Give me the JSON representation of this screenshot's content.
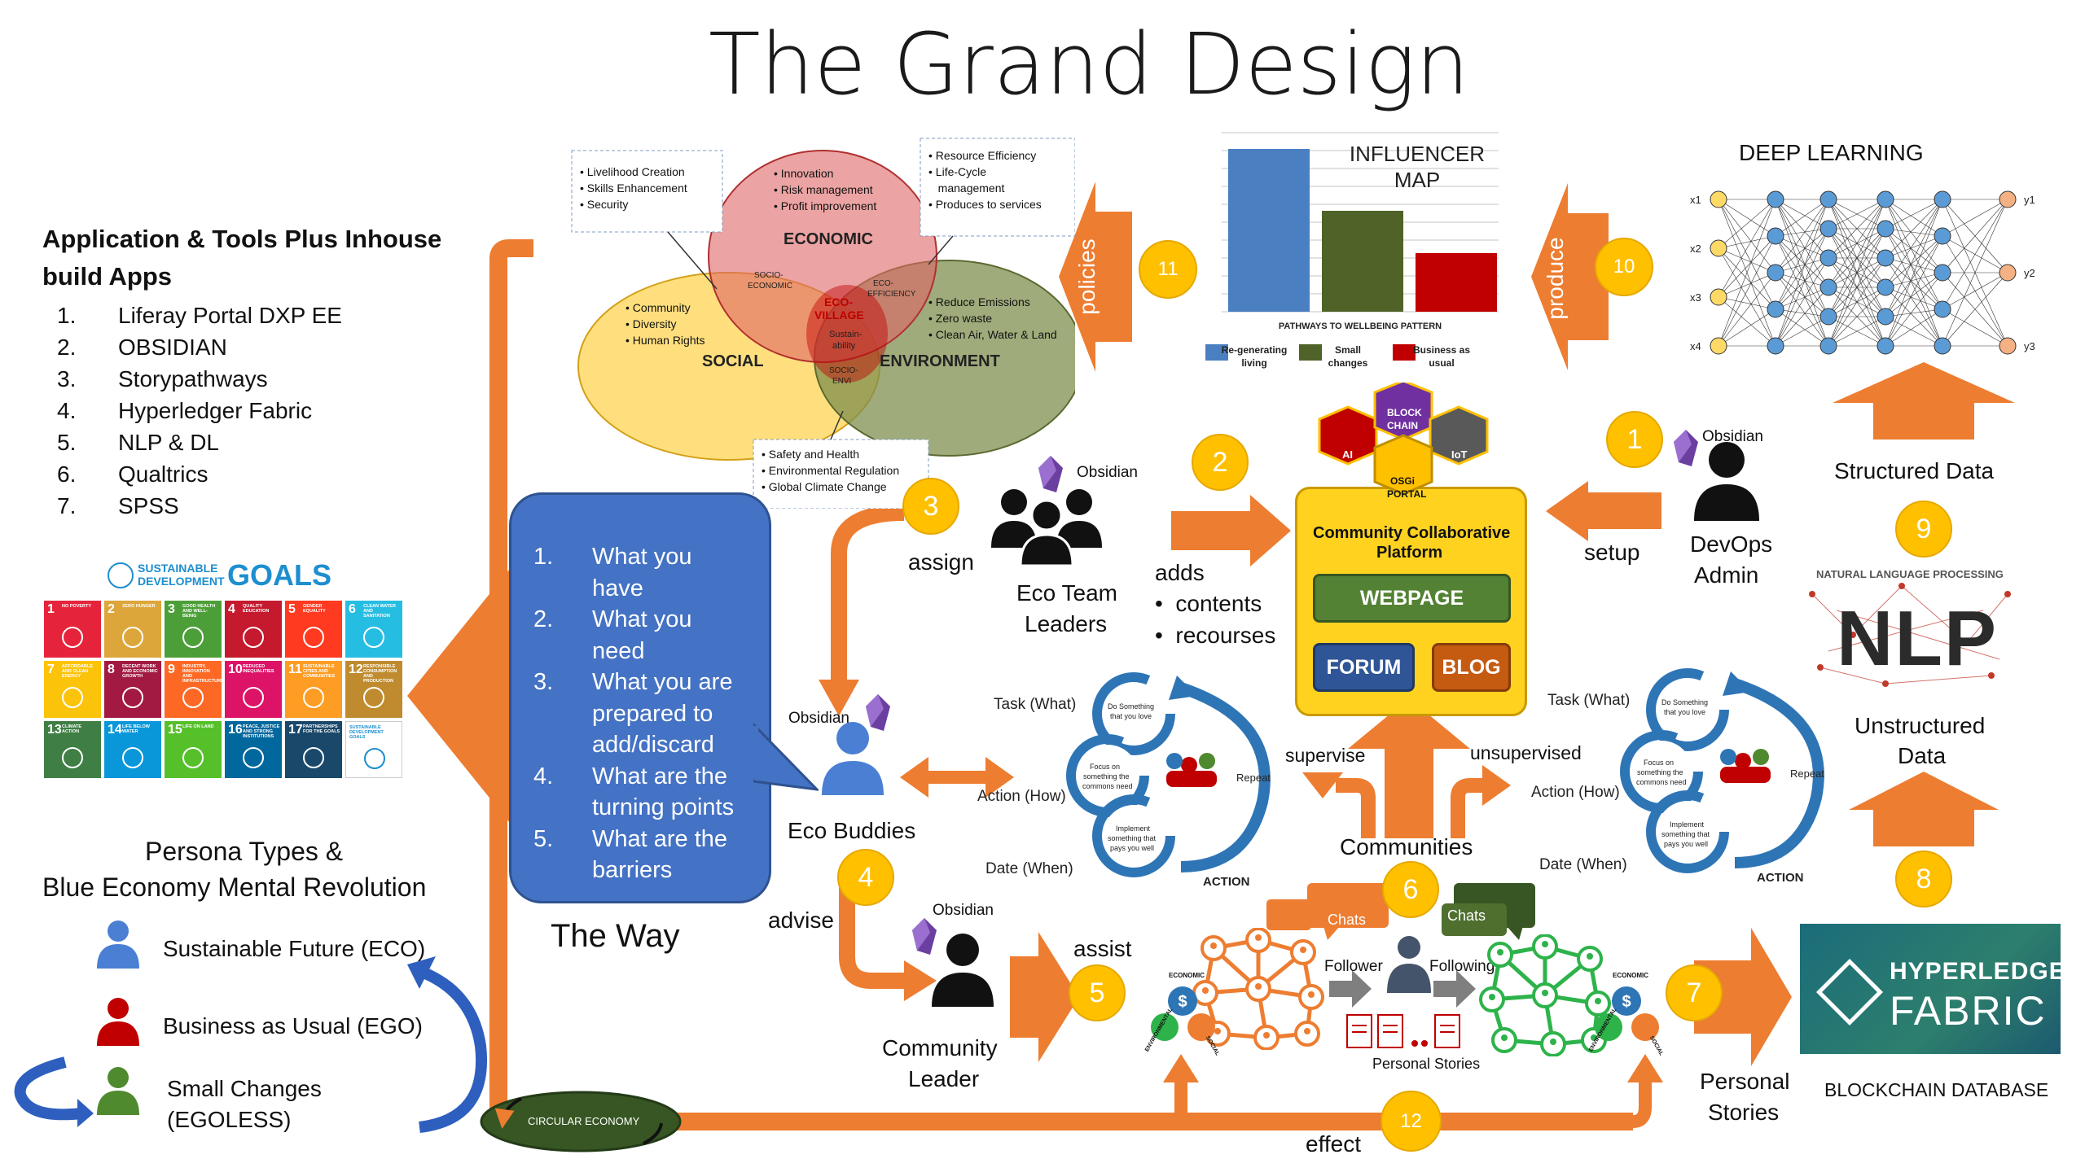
{
  "title": "The Grand Design",
  "apps": {
    "heading_line1": "Application & Tools Plus Inhouse",
    "heading_line2": "build Apps",
    "items": [
      {
        "num": "1.",
        "label": "Liferay Portal DXP EE"
      },
      {
        "num": "2.",
        "label": "OBSIDIAN"
      },
      {
        "num": "3.",
        "label": "Storypathways"
      },
      {
        "num": "4.",
        "label": "Hyperledger Fabric"
      },
      {
        "num": "5.",
        "label": "NLP & DL"
      },
      {
        "num": "6.",
        "label": "Qualtrics"
      },
      {
        "num": "7.",
        "label": "SPSS"
      }
    ]
  },
  "sdg": {
    "header_left_1": "SUSTAINABLE",
    "header_left_2": "DEVELOPMENT",
    "header_right": "GOALS",
    "tiles": [
      {
        "n": "1",
        "label": "NO POVERTY",
        "color": "#e5243b"
      },
      {
        "n": "2",
        "label": "ZERO HUNGER",
        "color": "#dda63a"
      },
      {
        "n": "3",
        "label": "GOOD HEALTH AND WELL-BEING",
        "color": "#4c9f38"
      },
      {
        "n": "4",
        "label": "QUALITY EDUCATION",
        "color": "#c5192d"
      },
      {
        "n": "5",
        "label": "GENDER EQUALITY",
        "color": "#ff3a21"
      },
      {
        "n": "6",
        "label": "CLEAN WATER AND SANITATION",
        "color": "#26bde2"
      },
      {
        "n": "7",
        "label": "AFFORDABLE AND CLEAN ENERGY",
        "color": "#fcc30b"
      },
      {
        "n": "8",
        "label": "DECENT WORK AND ECONOMIC GROWTH",
        "color": "#a21942"
      },
      {
        "n": "9",
        "label": "INDUSTRY, INNOVATION AND INFRASTRUCTURE",
        "color": "#fd6925"
      },
      {
        "n": "10",
        "label": "REDUCED INEQUALITIES",
        "color": "#dd1367"
      },
      {
        "n": "11",
        "label": "SUSTAINABLE CITIES AND COMMUNITIES",
        "color": "#fd9d24"
      },
      {
        "n": "12",
        "label": "RESPONSIBLE CONSUMPTION AND PRODUCTION",
        "color": "#bf8b2e"
      },
      {
        "n": "13",
        "label": "CLIMATE ACTION",
        "color": "#3f7e44"
      },
      {
        "n": "14",
        "label": "LIFE BELOW WATER",
        "color": "#0a97d9"
      },
      {
        "n": "15",
        "label": "LIFE ON LAND",
        "color": "#56c02b"
      },
      {
        "n": "16",
        "label": "PEACE, JUSTICE AND STRONG INSTITUTIONS",
        "color": "#00689d"
      },
      {
        "n": "17",
        "label": "PARTNERSHIPS FOR THE GOALS",
        "color": "#19486a"
      },
      {
        "n": "",
        "label": "SUSTAINABLE DEVELOPMENT GOALS",
        "color": "#ffffff"
      }
    ]
  },
  "persona": {
    "title_line1": "Persona Types &",
    "title_line2": "Blue Economy Mental Revolution",
    "items": [
      {
        "label": "Sustainable Future (ECO)",
        "color": "#4a7fd4"
      },
      {
        "label": "Business as Usual (EGO)",
        "color": "#c00000"
      },
      {
        "label": "Small Changes",
        "label2": "(EGOLESS)",
        "color": "#4f8a2f"
      }
    ]
  },
  "venn": {
    "economic": "ECONOMIC",
    "social": "SOCIAL",
    "environment": "ENVIRONMENT",
    "eco_village_1": "ECO-",
    "eco_village_2": "VILLAGE",
    "sustainability_1": "Sustain-",
    "sustainability_2": "ability",
    "socio_economic_1": "SOCIO-",
    "socio_economic_2": "ECONOMIC",
    "eco_efficiency_1": "ECO-",
    "eco_efficiency_2": "EFFICIENCY",
    "socio_envi_1": "SOCIO-",
    "socio_envi_2": "ENVI",
    "economic_items": [
      "Innovation",
      "Risk management",
      "Profit improvement"
    ],
    "social_items": [
      "Community",
      "Diversity",
      "Human Rights"
    ],
    "environment_items": [
      "Reduce Emissions",
      "Zero waste",
      "Clean Air, Water & Land"
    ],
    "box_left": [
      "Livelihood Creation",
      "Skills Enhancement",
      "Security"
    ],
    "box_right": [
      "Resource Efficiency",
      "Life-Cycle",
      "management",
      "Produces to services"
    ],
    "box_bottom": [
      "Safety and Health",
      "Environmental Regulation",
      "Global Climate Change"
    ]
  },
  "influencer": {
    "title_line1": "INFLUENCER",
    "title_line2": "MAP",
    "subtitle": "PATHWAYS TO WELLBEING PATTERN",
    "legend": [
      {
        "line1": "Re-generating",
        "line2": "living",
        "color": "#4a7fc1"
      },
      {
        "line1": "Small",
        "line2": "changes",
        "color": "#4f6228"
      },
      {
        "line1": "Business as",
        "line2": "usual",
        "color": "#c00000"
      }
    ]
  },
  "chart_data": {
    "type": "bar",
    "title": "PATHWAYS TO WELLBEING PATTERN",
    "categories": [
      "Re-generating living",
      "Small changes",
      "Business as usual"
    ],
    "values": [
      100,
      62,
      36
    ],
    "colors": [
      "#4a7fc1",
      "#4f6228",
      "#c00000"
    ],
    "ylim": [
      0,
      110
    ],
    "grid": true
  },
  "arrows": {
    "policies": "policies",
    "produce": "produce"
  },
  "deep_learning": {
    "title": "DEEP LEARNING",
    "inputs": [
      "x1",
      "x2",
      "x3",
      "x4"
    ],
    "outputs": [
      "y1",
      "y2",
      "y3"
    ]
  },
  "nlp": {
    "banner": "NATURAL LANGUAGE PROCESSING",
    "logo": "NLP"
  },
  "labels": {
    "structured_data": "Structured Data",
    "unstructured_line1": "Unstructured",
    "unstructured_line2": "Data",
    "setup": "setup",
    "devops_line1": "DevOps",
    "devops_line2": "Admin",
    "obsidian": "Obsidian",
    "assign": "assign",
    "eco_team_line1": "Eco Team",
    "eco_team_line2": "Leaders",
    "adds": "adds",
    "contents": "contents",
    "recourses": "recourses",
    "eco_buddies": "Eco Buddies",
    "advise": "advise",
    "community_leader_line1": "Community",
    "community_leader_line2": "Leader",
    "assist": "assist",
    "the_way": "The Way",
    "supervise": "supervise",
    "unsupervised": "unsupervised",
    "communities": "Communities",
    "follower": "Follower",
    "following": "Following",
    "chats": "Chats",
    "personal_stories": "Personal Stories",
    "personal_stories_line1": "Personal",
    "personal_stories_line2": "Stories",
    "blockchain_database": "BLOCKCHAIN DATABASE",
    "effect": "effect",
    "circular_economy": "CIRCULAR ECONOMY"
  },
  "way_list": [
    {
      "num": "1.",
      "l1": "What you",
      "l2": "have"
    },
    {
      "num": "2.",
      "l1": "What you",
      "l2": "need"
    },
    {
      "num": "3.",
      "l1": "What you are",
      "l2": "prepared to",
      "l3": "add/discard"
    },
    {
      "num": "4.",
      "l1": "What are the",
      "l2": "turning points"
    },
    {
      "num": "5.",
      "l1": "What are the",
      "l2": "barriers"
    }
  ],
  "platform": {
    "title_line1": "Community Collaborative",
    "title_line2": "Platform",
    "webpage": "WEBPAGE",
    "forum": "FORUM",
    "blog": "BLOG",
    "hex_ai": "AI",
    "hex_block_1": "BLOCK",
    "hex_block_2": "CHAIN",
    "hex_iot": "IoT",
    "hex_osgi_1": "OSGi",
    "hex_osgi_2": "PORTAL"
  },
  "cycle": {
    "task": "Task (What)",
    "action_how": "Action (How)",
    "date_when": "Date (When)",
    "repeat": "Repeat",
    "action": "ACTION",
    "step1_1": "Do Something",
    "step1_2": "that you love",
    "step2_1": "Focus on",
    "step2_2": "something the",
    "step2_3": "commons need",
    "step3_1": "Implement",
    "step3_2": "something that",
    "step3_3": "pays you well"
  },
  "pillars": {
    "economic": "ECONOMIC",
    "environmental": "ENVIRONMENTAL",
    "social": "SOCIAL"
  },
  "hyperledger": {
    "line1": "HYPERLEDGER",
    "line2": "FABRIC"
  },
  "numbers": [
    "1",
    "2",
    "3",
    "4",
    "5",
    "6",
    "7",
    "8",
    "9",
    "10",
    "11",
    "12"
  ],
  "colors": {
    "orange": "#ed7d31",
    "gold": "#ffc000",
    "blue_bubble": "#4472c4",
    "green_button": "#548235",
    "dark_blue_button": "#2f5597",
    "cycle_blue": "#2e75b6"
  }
}
